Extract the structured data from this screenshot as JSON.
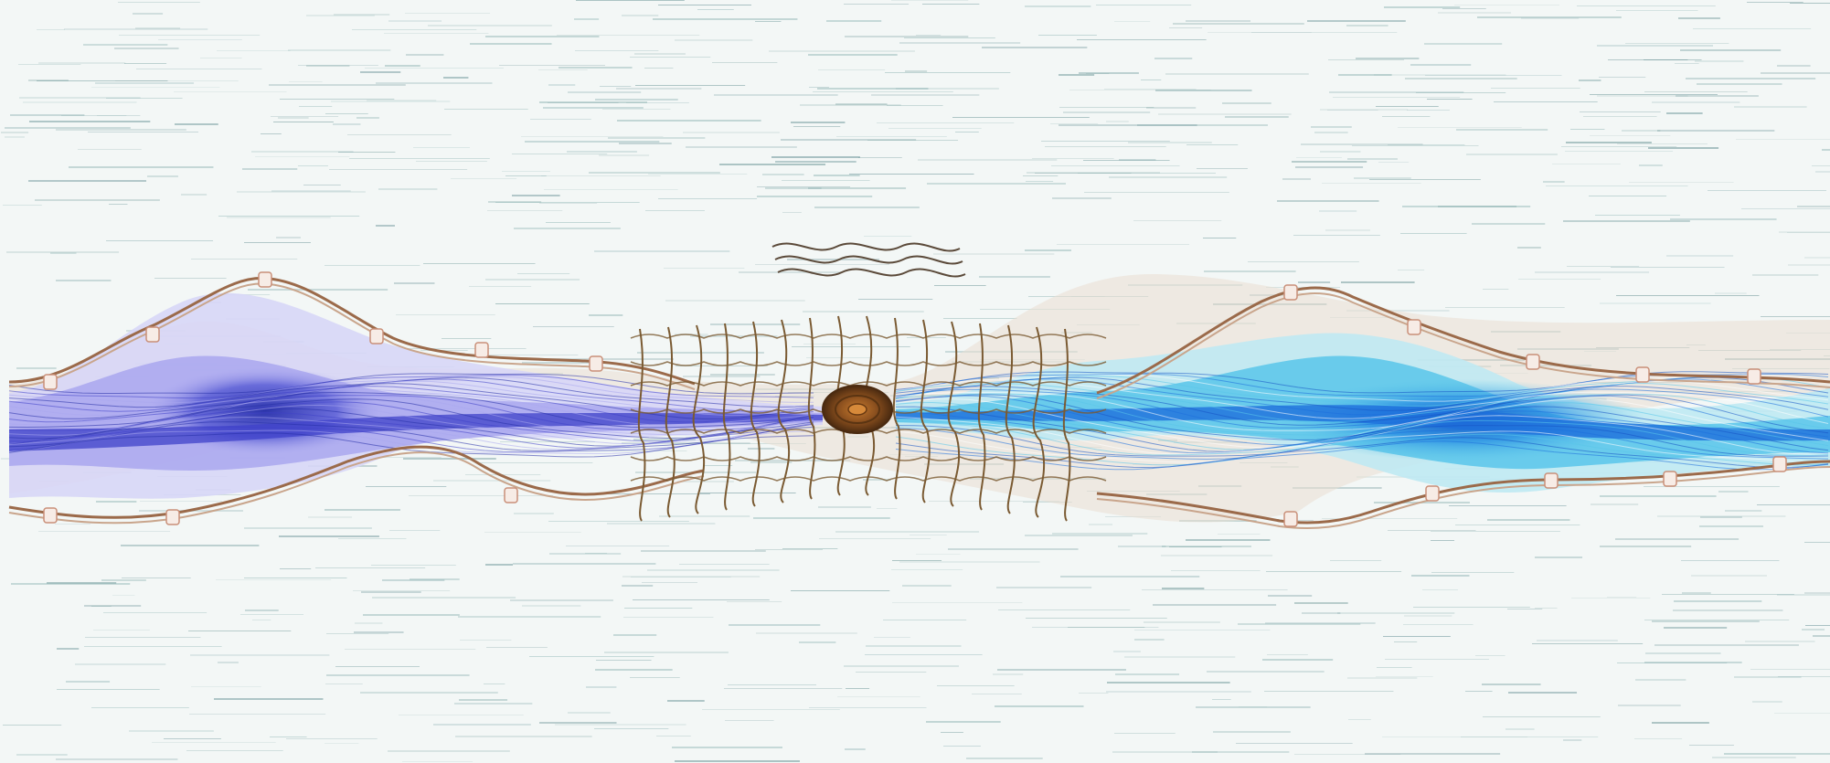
{
  "artwork": {
    "palette": {
      "background": "#f3f7f6",
      "paper_streak": "#8fb3b3",
      "paper_streak_dark": "#5f8c8f",
      "left_band_light": "#d7d6f7",
      "left_band_mid": "#a9a7ee",
      "left_band_core": "#3f42c9",
      "left_band_deep": "#2730a8",
      "right_band_light": "#bfe9f3",
      "right_band_mid": "#59c6ea",
      "right_band_core": "#1e6fdc",
      "right_band_deep": "#1553c4",
      "sand": "#eadfd2",
      "rope": "#9b6a4a",
      "rope_light": "#c9a58c",
      "float": "#f7ece6",
      "net": "#7a5a32",
      "knot_outer": "#6a4218",
      "knot_inner": "#b8742c",
      "wave_mark": "#5b4a3a"
    },
    "elements": [
      "paper-texture",
      "left-blue-stream",
      "right-cyan-stream",
      "upper-rope",
      "lower-rope",
      "rope-floats",
      "central-net",
      "central-knot",
      "wave-mark"
    ]
  }
}
